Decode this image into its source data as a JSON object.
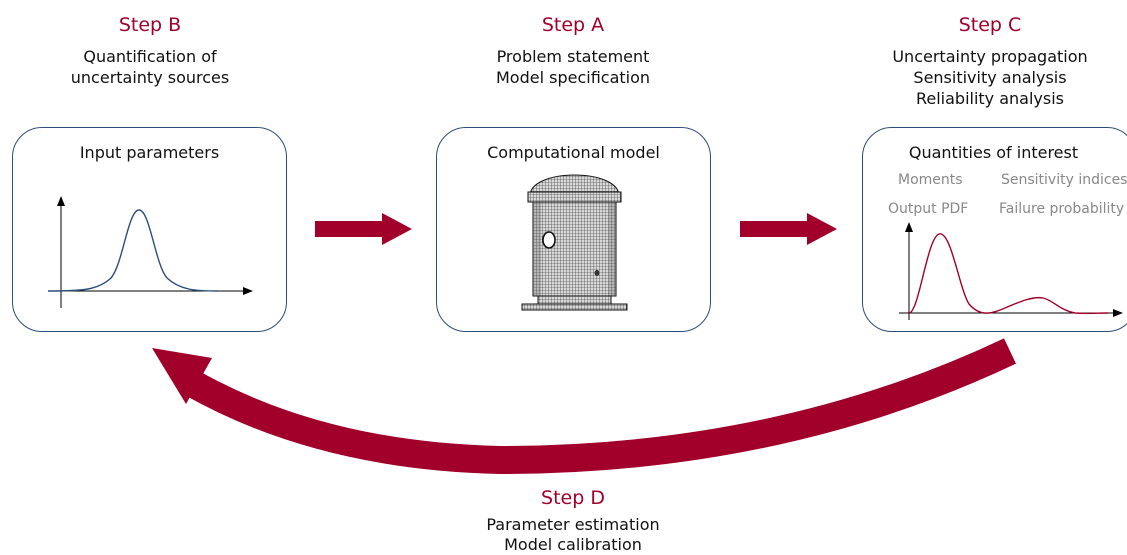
{
  "steps": {
    "b": {
      "title": "Step B",
      "lines": [
        "Quantification of",
        "uncertainty sources"
      ]
    },
    "a": {
      "title": "Step A",
      "lines": [
        "Problem statement",
        "Model specification"
      ]
    },
    "c": {
      "title": "Step C",
      "lines": [
        "Uncertainty propagation",
        "Sensitivity analysis",
        "Reliability analysis"
      ]
    },
    "d": {
      "title": "Step D",
      "lines": [
        "Parameter estimation",
        "Model calibration"
      ]
    }
  },
  "boxes": {
    "input": {
      "title": "Input parameters"
    },
    "model": {
      "title": "Computational model"
    },
    "qoi": {
      "title": "Quantities of interest",
      "labels": [
        "Moments",
        "Sensitivity indices",
        "Output PDF",
        "Failure probability"
      ]
    }
  },
  "colors": {
    "accent": "#a0002a",
    "box_border": "#2c4e7a",
    "input_curve": "#2c4e7a",
    "output_curve": "#a0002a",
    "secondary_text": "#888888"
  },
  "icons": [
    "right-arrow-icon",
    "feedback-arrow-icon",
    "vessel-mesh-icon"
  ]
}
